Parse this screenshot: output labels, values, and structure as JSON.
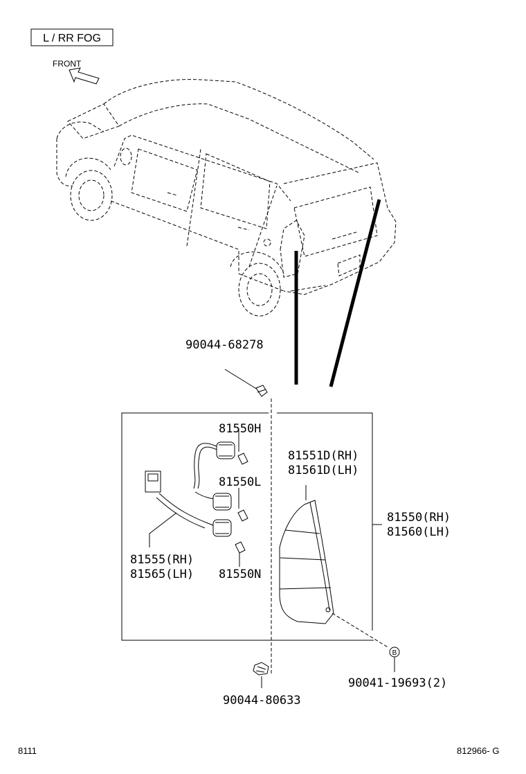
{
  "header": {
    "box_label": "L / RR FOG",
    "front_label": "FRONT"
  },
  "parts": {
    "bolt_top": "90044-68278",
    "bulb_h": "81550H",
    "bulb_l": "81550L",
    "bulb_n": "81550N",
    "lens_rh": "81551D(RH)",
    "lens_lh": "81561D(LH)",
    "lamp_rh": "81550(RH)",
    "lamp_lh": "81560(LH)",
    "socket_rh": "81555(RH)",
    "socket_lh": "81565(LH)",
    "clip_bottom": "90044-80633",
    "screw": "90041-19693(2)",
    "ref_marker": "B"
  },
  "footer": {
    "left_code": "8111",
    "right_code": "812966- G"
  }
}
